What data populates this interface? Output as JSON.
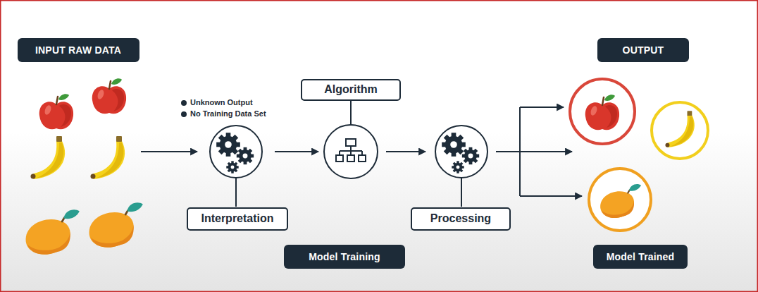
{
  "diagram": {
    "nodes": [
      {
        "text": [
          "INPUT RAW DATA"
        ]
      },
      {
        "text": [
          "OUTPUT"
        ]
      },
      {
        "text": [
          "Algorithm"
        ]
      },
      {
        "text": [
          "Interpretation"
        ]
      },
      {
        "text": [
          "Processing"
        ]
      },
      {
        "text": [
          "Model Training"
        ]
      },
      {
        "text": [
          "Model Trained"
        ]
      }
    ],
    "labels": [
      "Unknown Output",
      "No Training Data Set"
    ]
  }
}
